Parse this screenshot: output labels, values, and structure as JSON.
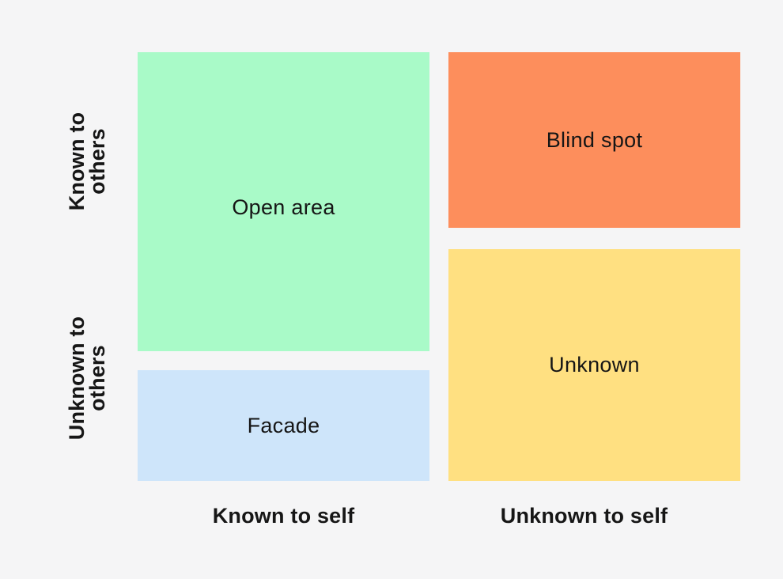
{
  "diagram": {
    "kind": "johari-window",
    "colors": {
      "background": "#F5F5F6",
      "text": "#161616"
    },
    "quadrants": [
      {
        "name": "open-area",
        "label": "Open area",
        "color": "#A9FAC8"
      },
      {
        "name": "blind-spot",
        "label": "Blind spot",
        "color": "#FD8E5C"
      },
      {
        "name": "facade",
        "label": "Facade",
        "color": "#CEE5FA"
      },
      {
        "name": "unknown",
        "label": "Unknown",
        "color": "#FFE081"
      }
    ],
    "axes": {
      "y_top": "Known to\nothers",
      "y_bottom": "Unknown to\nothers",
      "x_left": "Known to self",
      "x_right": "Unknown to self"
    }
  }
}
